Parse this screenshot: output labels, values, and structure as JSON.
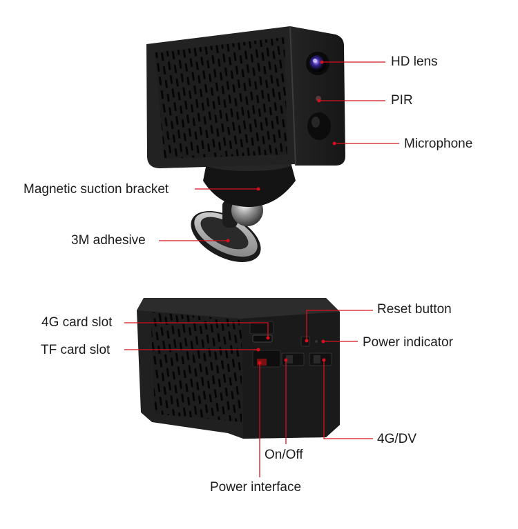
{
  "labels": {
    "hd_lens": "HD lens",
    "pir": "PIR",
    "microphone": "Microphone",
    "magnetic_bracket": "Magnetic suction bracket",
    "adhesive": "3M adhesive",
    "card_4g": "4G card slot",
    "tf_card": "TF card slot",
    "reset": "Reset button",
    "power_indicator": "Power indicator",
    "dv_4g": "4G/DV",
    "on_off": "On/Off",
    "power_interface": "Power interface"
  },
  "colors": {
    "callout": "#d8101e",
    "camera_body": "#222222",
    "camera_edge": "#3a3a3a",
    "background": "#ffffff"
  }
}
